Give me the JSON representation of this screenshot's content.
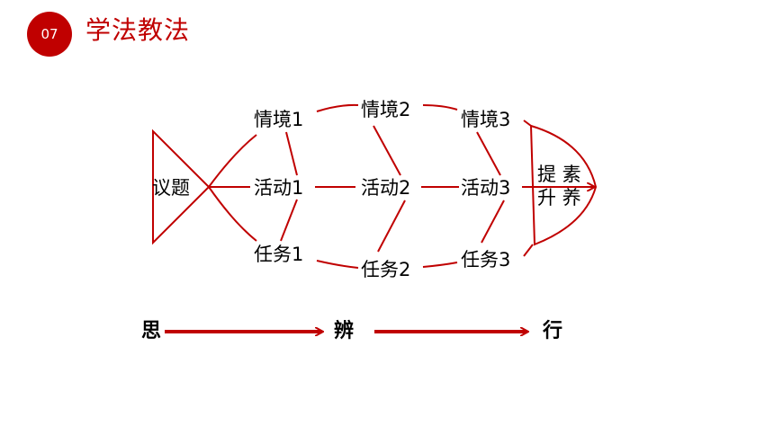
{
  "header": {
    "number": "07",
    "title": "学法教法"
  },
  "fish": {
    "head": "议题",
    "row_top": [
      "情境1",
      "情境2",
      "情境3"
    ],
    "row_mid": [
      "活动1",
      "活动2",
      "活动3"
    ],
    "row_bot": [
      "任务1",
      "任务2",
      "任务3"
    ],
    "tail_line1": "提 素",
    "tail_line2": "升 养"
  },
  "flow": {
    "step1": "思",
    "step2": "辨",
    "step3": "行"
  },
  "colors": {
    "accent": "#c00000",
    "line": "#c00000"
  }
}
